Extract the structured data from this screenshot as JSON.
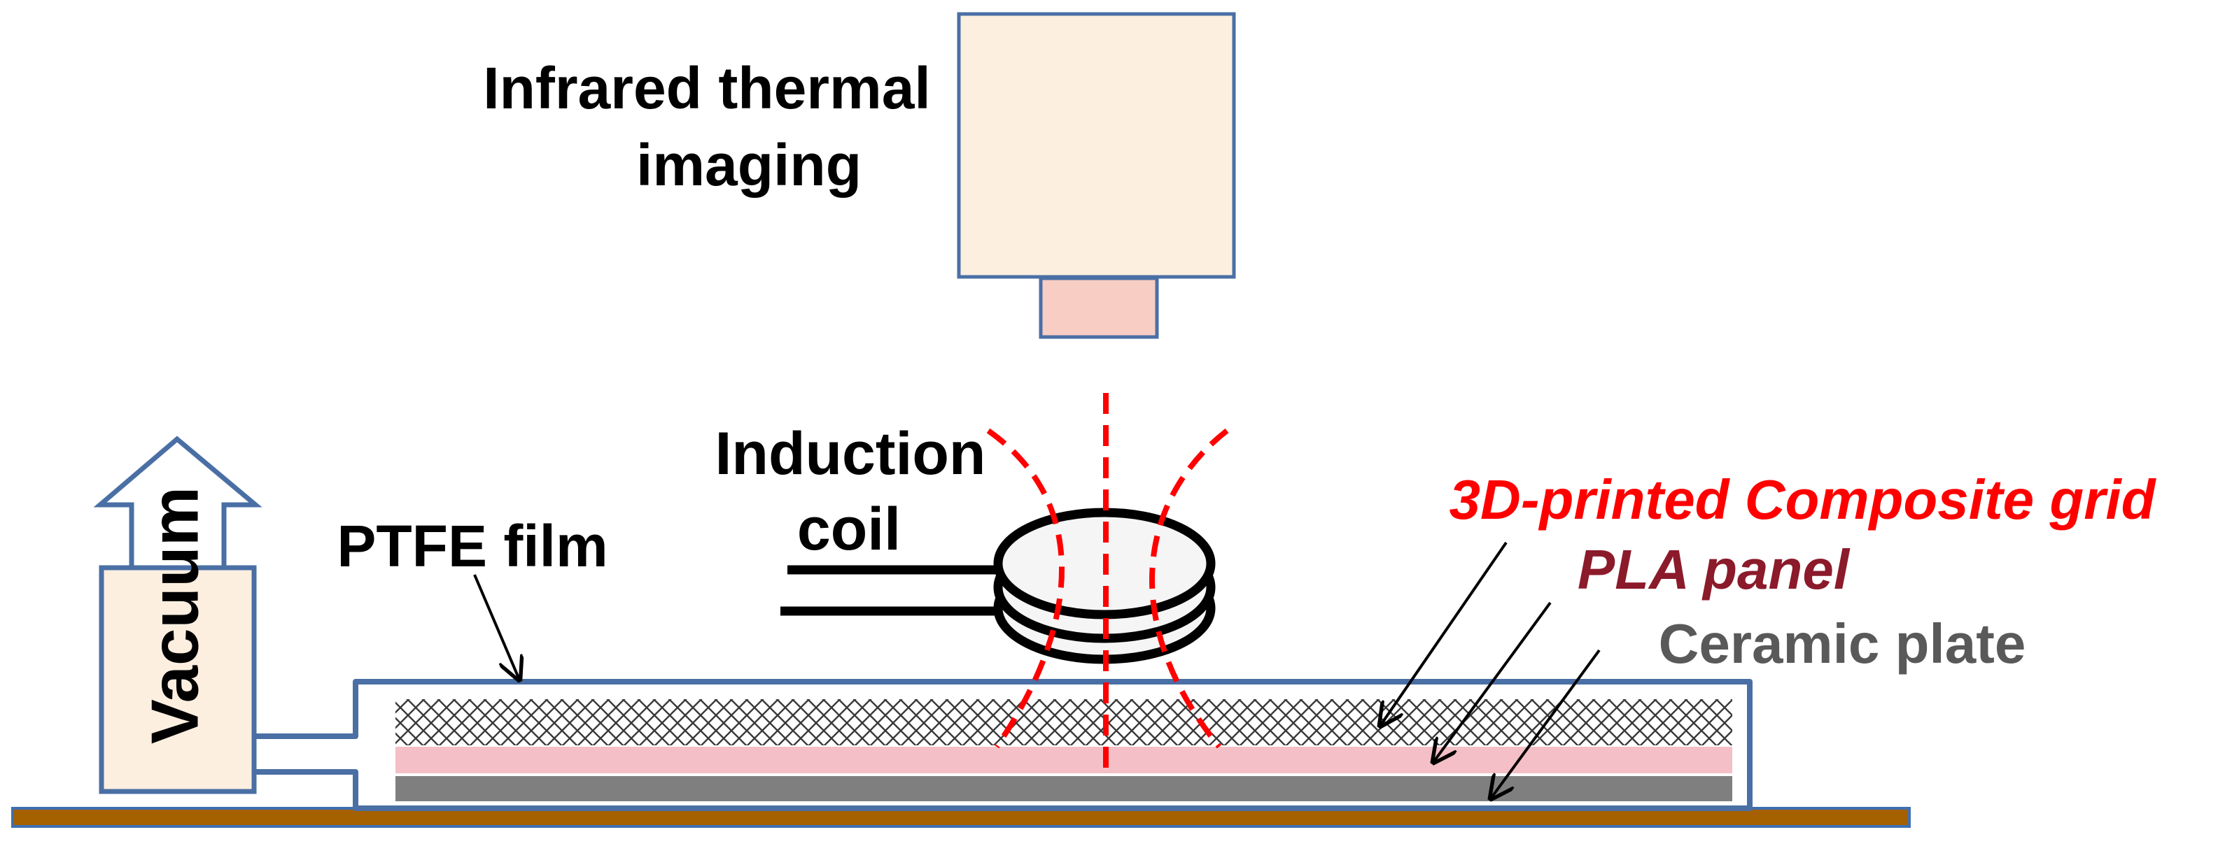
{
  "camera": {
    "label_line1": "Infrared thermal",
    "label_line2": "imaging"
  },
  "coil": {
    "label_line1": "Induction",
    "label_line2": "coil"
  },
  "vacuum": {
    "label": "Vacuum"
  },
  "ptfe": {
    "label": "PTFE film"
  },
  "layers": {
    "grid_label": "3D-printed Composite grid",
    "pla_label": "PLA panel",
    "ceramic_label": "Ceramic plate"
  },
  "colors": {
    "camera_body": "#FDEFE0",
    "camera_lens": "#F8CDC4",
    "outline_blue": "#4A6FA5",
    "field_red": "#FF0000",
    "grid_red": "#FF0000",
    "pla_red": "#8B1A2B",
    "ceramic_gray": "#595959",
    "pla_fill": "#F4BFC6",
    "ceramic_fill": "#7F7F7F",
    "base_fill": "#A56000"
  }
}
